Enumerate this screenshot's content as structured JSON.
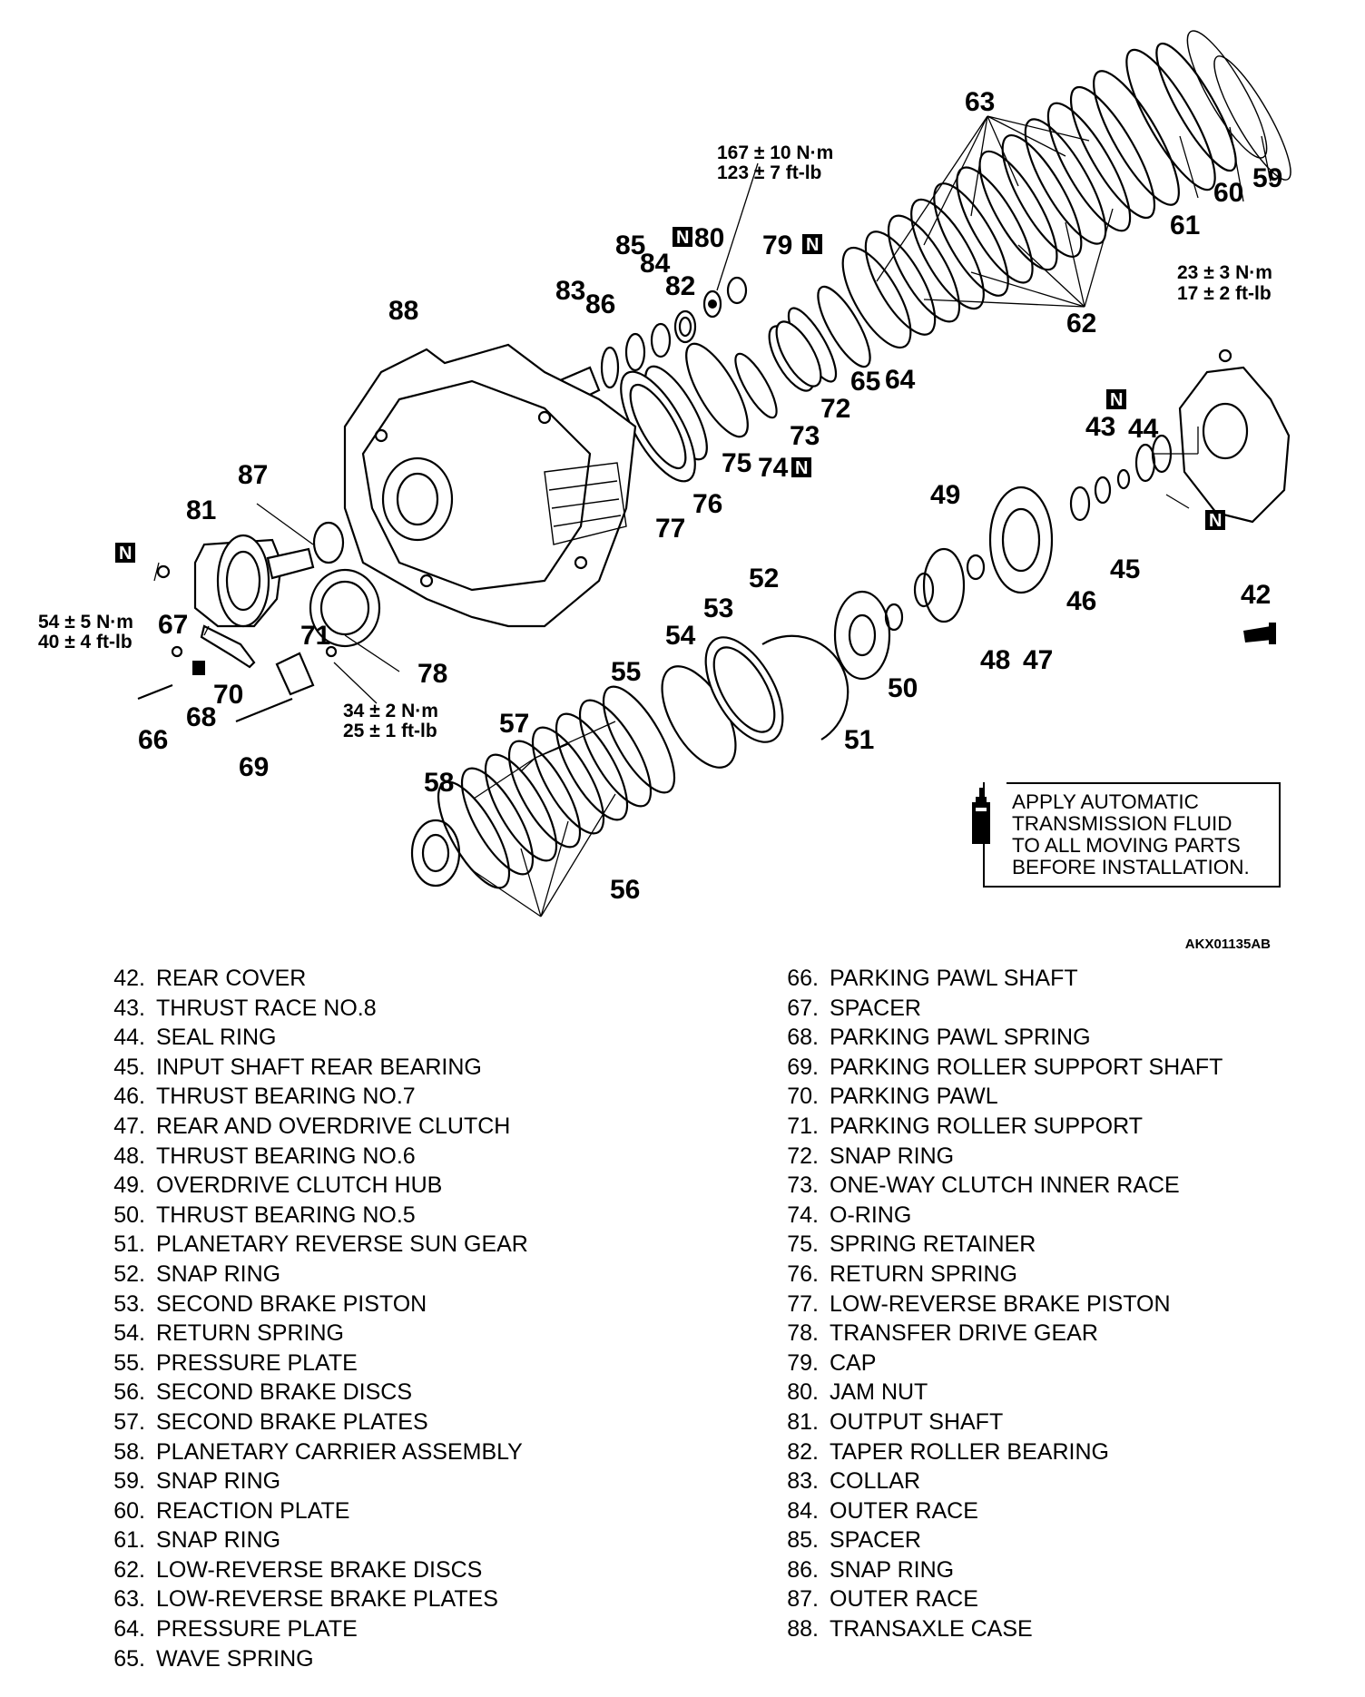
{
  "figure_code": "AKX01135AB",
  "note": {
    "lines": [
      "APPLY AUTOMATIC",
      "TRANSMISSION FLUID",
      "TO ALL MOVING PARTS",
      "BEFORE INSTALLATION."
    ],
    "icon": "fluid-bottle-icon"
  },
  "badge_letter": "N",
  "torque": {
    "t80_nm": "167 ± 10 N·m",
    "t80_ftlb": "123 ± 7 ft-lb",
    "t42_nm": "23 ± 3 N·m",
    "t42_ftlb": "17 ± 2 ft-lb",
    "t81_nm": "54 ± 5 N·m",
    "t81_ftlb": "40 ± 4 ft-lb",
    "t71_nm": "34 ± 2 N·m",
    "t71_ftlb": "25 ± 1 ft-lb"
  },
  "callouts": {
    "c42": "42",
    "c43": "43",
    "c44": "44",
    "c45": "45",
    "c46": "46",
    "c47": "47",
    "c48": "48",
    "c49": "49",
    "c50": "50",
    "c51": "51",
    "c52": "52",
    "c53": "53",
    "c54": "54",
    "c55": "55",
    "c56": "56",
    "c57": "57",
    "c58": "58",
    "c59": "59",
    "c60": "60",
    "c61": "61",
    "c62": "62",
    "c63": "63",
    "c64": "64",
    "c65": "65",
    "c66": "66",
    "c67": "67",
    "c68": "68",
    "c69": "69",
    "c70": "70",
    "c71": "71",
    "c72": "72",
    "c73": "73",
    "c74": "74",
    "c75": "75",
    "c76": "76",
    "c77": "77",
    "c78": "78",
    "c79": "79",
    "c80": "80",
    "c81": "81",
    "c82": "82",
    "c83": "83",
    "c84": "84",
    "c85": "85",
    "c86": "86",
    "c87": "87",
    "c88": "88"
  },
  "legend_left": [
    {
      "n": "42.",
      "t": "REAR COVER"
    },
    {
      "n": "43.",
      "t": "THRUST RACE NO.8"
    },
    {
      "n": "44.",
      "t": "SEAL RING"
    },
    {
      "n": "45.",
      "t": "INPUT SHAFT REAR BEARING"
    },
    {
      "n": "46.",
      "t": "THRUST BEARING NO.7"
    },
    {
      "n": "47.",
      "t": "REAR AND OVERDRIVE CLUTCH"
    },
    {
      "n": "48.",
      "t": "THRUST BEARING NO.6"
    },
    {
      "n": "49.",
      "t": "OVERDRIVE CLUTCH HUB"
    },
    {
      "n": "50.",
      "t": "THRUST BEARING NO.5"
    },
    {
      "n": "51.",
      "t": "PLANETARY REVERSE SUN GEAR"
    },
    {
      "n": "52.",
      "t": "SNAP RING"
    },
    {
      "n": "53.",
      "t": "SECOND BRAKE PISTON"
    },
    {
      "n": "54.",
      "t": "RETURN SPRING"
    },
    {
      "n": "55.",
      "t": "PRESSURE PLATE"
    },
    {
      "n": "56.",
      "t": "SECOND BRAKE DISCS"
    },
    {
      "n": "57.",
      "t": "SECOND BRAKE PLATES"
    },
    {
      "n": "58.",
      "t": "PLANETARY CARRIER ASSEMBLY"
    },
    {
      "n": "59.",
      "t": "SNAP RING"
    },
    {
      "n": "60.",
      "t": "REACTION PLATE"
    },
    {
      "n": "61.",
      "t": "SNAP RING"
    },
    {
      "n": "62.",
      "t": "LOW-REVERSE BRAKE DISCS"
    },
    {
      "n": "63.",
      "t": "LOW-REVERSE BRAKE PLATES"
    },
    {
      "n": "64.",
      "t": "PRESSURE PLATE"
    },
    {
      "n": "65.",
      "t": "WAVE SPRING"
    }
  ],
  "legend_right": [
    {
      "n": "66.",
      "t": "PARKING PAWL SHAFT"
    },
    {
      "n": "67.",
      "t": "SPACER"
    },
    {
      "n": "68.",
      "t": "PARKING PAWL SPRING"
    },
    {
      "n": "69.",
      "t": "PARKING ROLLER SUPPORT SHAFT"
    },
    {
      "n": "70.",
      "t": "PARKING PAWL"
    },
    {
      "n": "71.",
      "t": "PARKING ROLLER SUPPORT"
    },
    {
      "n": "72.",
      "t": "SNAP RING"
    },
    {
      "n": "73.",
      "t": "ONE-WAY CLUTCH INNER RACE"
    },
    {
      "n": "74.",
      "t": "O-RING"
    },
    {
      "n": "75.",
      "t": "SPRING RETAINER"
    },
    {
      "n": "76.",
      "t": "RETURN SPRING"
    },
    {
      "n": "77.",
      "t": "LOW-REVERSE BRAKE PISTON"
    },
    {
      "n": "78.",
      "t": "TRANSFER DRIVE GEAR"
    },
    {
      "n": "79.",
      "t": "CAP"
    },
    {
      "n": "80.",
      "t": "JAM NUT"
    },
    {
      "n": "81.",
      "t": "OUTPUT SHAFT"
    },
    {
      "n": "82.",
      "t": "TAPER ROLLER BEARING"
    },
    {
      "n": "83.",
      "t": "COLLAR"
    },
    {
      "n": "84.",
      "t": "OUTER RACE"
    },
    {
      "n": "85.",
      "t": "SPACER"
    },
    {
      "n": "86.",
      "t": "SNAP RING"
    },
    {
      "n": "87.",
      "t": "OUTER RACE"
    },
    {
      "n": "88.",
      "t": "TRANSAXLE CASE"
    }
  ]
}
